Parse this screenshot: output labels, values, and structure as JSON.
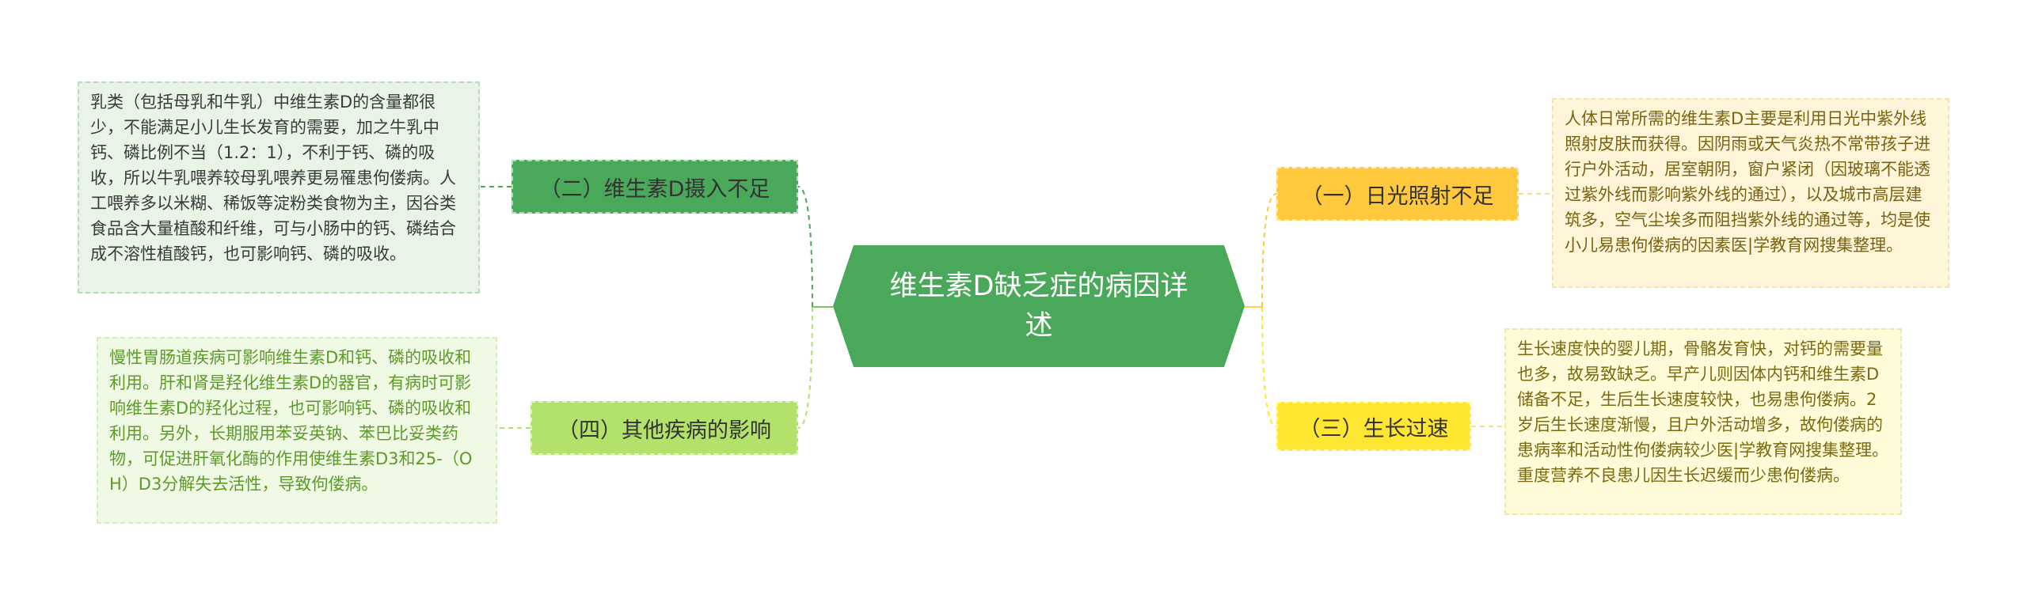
{
  "center": {
    "title": "维生素D缺乏症的病因详述"
  },
  "branches": [
    {
      "label": "（二）维生素D摄入不足",
      "detail": "乳类（包括母乳和牛乳）中维生素D的含量都很少，不能满足小儿生长发育的需要，加之牛乳中钙、磷比例不当（1.2：1），不利于钙、磷的吸收，所以牛乳喂养较母乳喂养更易罹患佝偻病。人工喂养多以米糊、稀饭等淀粉类食物为主，因谷类食品含大量植酸和纤维，可与小肠中的钙、磷结合成不溶性植酸钙，也可影响钙、磷的吸收。"
    },
    {
      "label": "（四）其他疾病的影响",
      "detail": "慢性胃肠道疾病可影响维生素D和钙、磷的吸收和利用。肝和肾是羟化维生素D的器官，有病时可影响维生素D的羟化过程，也可影响钙、磷的吸收和利用。另外，长期服用苯妥英钠、苯巴比妥类药物，可促进肝氧化酶的作用使维生素D3和25-（OH）D3分解失去活性，导致佝偻病。"
    },
    {
      "label": "（一）日光照射不足",
      "detail": "人体日常所需的维生素D主要是利用日光中紫外线照射皮肤而获得。因阴雨或天气炎热不常带孩子进行户外活动，居室朝阴，窗户紧闭（因玻璃不能透过紫外线而影响紫外线的通过），以及城市高层建筑多，空气尘埃多而阻挡紫外线的通过等，均是使小儿易患佝偻病的因素医|学教育网搜集整理。"
    },
    {
      "label": "（三）生长过速",
      "detail": "生长速度快的婴儿期，骨骼发育快，对钙的需要量也多，故易致缺乏。早产儿则因体内钙和维生素D储备不足，生后生长速度较快，也易患佝偻病。2岁后生长速度渐慢，且户外活动增多，故佝偻病的患病率和活动性佝偻病较少医|学教育网搜集整理。重度营养不良患儿因生长迟缓而少患佝偻病。"
    }
  ],
  "colors": {
    "center": "#4aa85a",
    "branch_green": "#4aa85a",
    "branch_lime": "#b3e26a",
    "branch_orange": "#ffc83d",
    "branch_yellow": "#ffe630"
  }
}
